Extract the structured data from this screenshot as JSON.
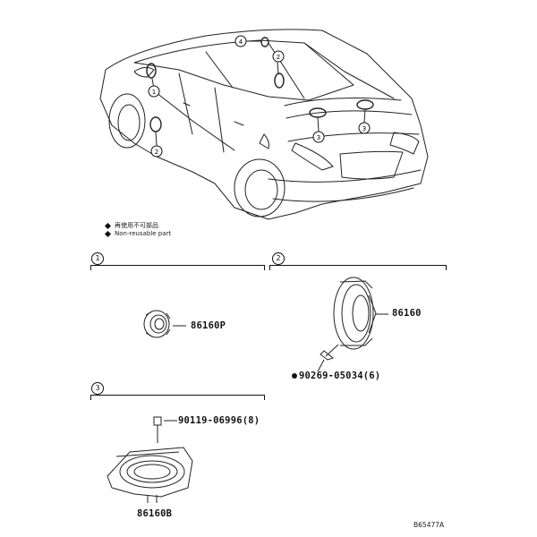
{
  "legend": {
    "line1": "再使用不可部品",
    "line2": "Non-reusable part"
  },
  "sections": [
    {
      "num": "1"
    },
    {
      "num": "2"
    },
    {
      "num": "3"
    }
  ],
  "callouts": [
    "1",
    "2",
    "2",
    "3",
    "3",
    "4"
  ],
  "parts": {
    "part_1": "86160P",
    "part_2": "86160",
    "part_2_screw": "90269-05034(6)",
    "part_3_screw": "90119-06996(8)",
    "part_3": "86160B"
  },
  "drawing_code": "B65477A"
}
